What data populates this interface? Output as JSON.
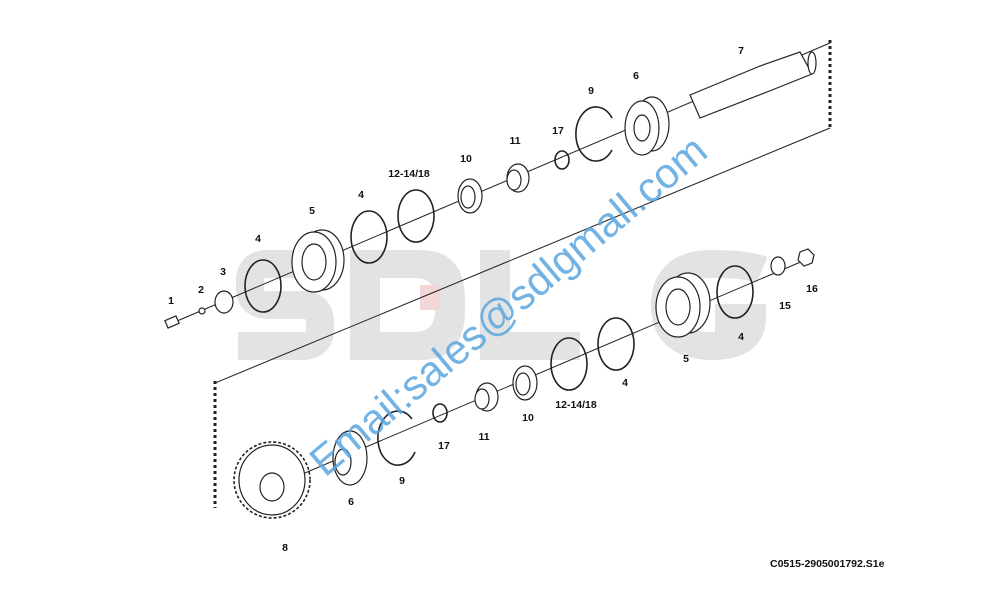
{
  "watermark": {
    "brand": "SDLG",
    "email": "Email:sales@sdlgmall.com"
  },
  "drawing_code": "C0515-2905001792.S1e",
  "colors": {
    "line": "#222222",
    "watermark_gray": "#e3e3e3",
    "watermark_red": "#f3d6d6",
    "email_blue": "#5aa6e0"
  },
  "top_labels": [
    "1",
    "2",
    "3",
    "4",
    "5",
    "4",
    "12-14/18",
    "10",
    "11",
    "17",
    "9",
    "6",
    "7"
  ],
  "bottom_labels": [
    "16",
    "15",
    "4",
    "5",
    "4",
    "12-14/18",
    "10",
    "11",
    "17",
    "9",
    "6",
    "8"
  ]
}
